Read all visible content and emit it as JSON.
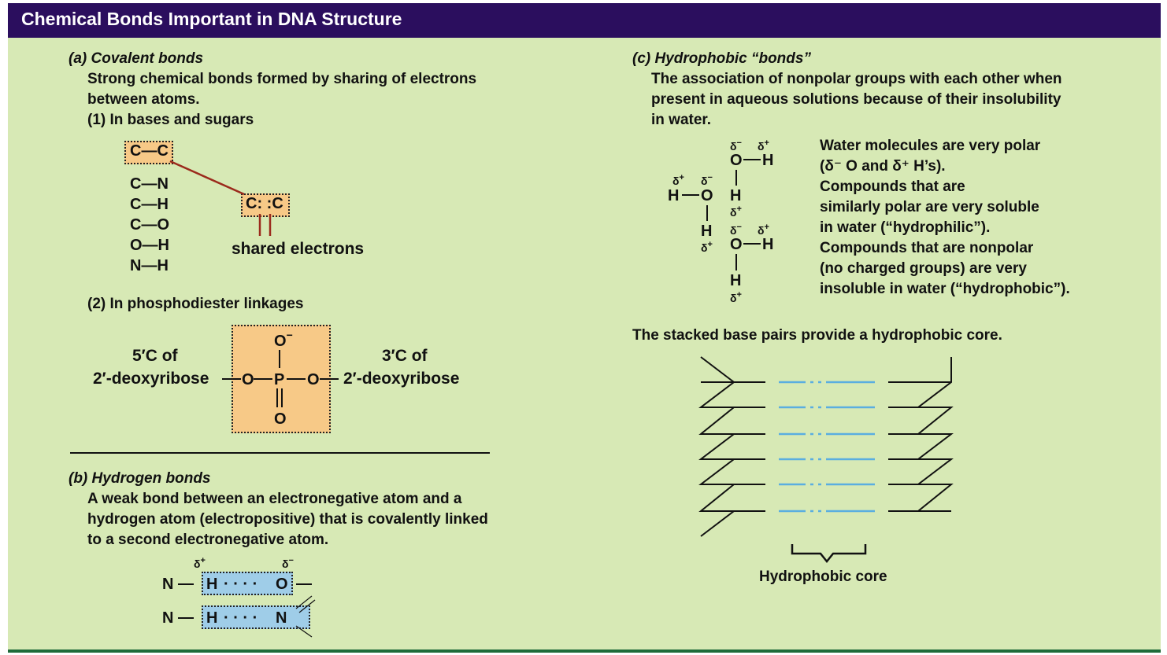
{
  "header": {
    "title": "Chemical Bonds Important in DNA Structure"
  },
  "section_a": {
    "label": "(a)",
    "heading": "Covalent bonds",
    "desc_line1": "Strong chemical bonds formed by sharing of electrons",
    "desc_line2": "between atoms.",
    "sub1": "(1) In bases and sugars",
    "boxed_bond": "C—C",
    "bonds": [
      "C—N",
      "C—H",
      "C—O",
      "O—H",
      "N—H"
    ],
    "electron_box": "C: :C",
    "shared_label": "shared electrons",
    "sub2": "(2) In phosphodiester linkages",
    "left_label_1": "5′C of",
    "left_label_2": "2′-deoxyribose",
    "right_label_1": "3′C of",
    "right_label_2": "2′-deoxyribose",
    "phosphate": {
      "O_top": "O",
      "charge": "−",
      "O_left": "O",
      "P": "P",
      "O_right": "O",
      "O_bottom": "O"
    }
  },
  "section_b": {
    "label": "(b)",
    "heading": "Hydrogen bonds",
    "desc_line1": "A weak bond between an electronegative atom and a",
    "desc_line2": "hydrogen atom (electropositive) that is covalently linked",
    "desc_line3": "to a second electronegative atom.",
    "row1": {
      "donor": "N",
      "h": "H",
      "dots": "· · · ·",
      "acceptor": "O",
      "delta_plus": "δ",
      "delta_minus": "δ",
      "plus": "+",
      "minus": "−"
    },
    "row2": {
      "donor": "N",
      "h": "H",
      "dots": "· · · ·",
      "acceptor": "N"
    }
  },
  "section_c": {
    "label": "(c)",
    "heading": "Hydrophobic “bonds”",
    "desc_line1": "The association of nonpolar groups with each other when",
    "desc_line2": "present in aqueous solutions because of their insolubility",
    "desc_line3": "in water.",
    "water_lines": [
      "Water molecules are very polar",
      "(δ⁻ O and δ⁺ H’s).",
      "Compounds that are",
      "similarly polar are very soluble",
      "in water (“hydrophilic”).",
      "Compounds that are nonpolar",
      "(no charged groups) are very",
      "insoluble in water (“hydrophobic”)."
    ],
    "water": {
      "O": "O",
      "H": "H",
      "delta": "δ",
      "plus": "+",
      "minus": "−"
    },
    "stack_caption": "The stacked base pairs provide a hydrophobic core.",
    "core_label": "Hydrophobic core",
    "colors": {
      "stack_line": "#5aaee0",
      "bond_line": "#9b2a1c"
    }
  }
}
